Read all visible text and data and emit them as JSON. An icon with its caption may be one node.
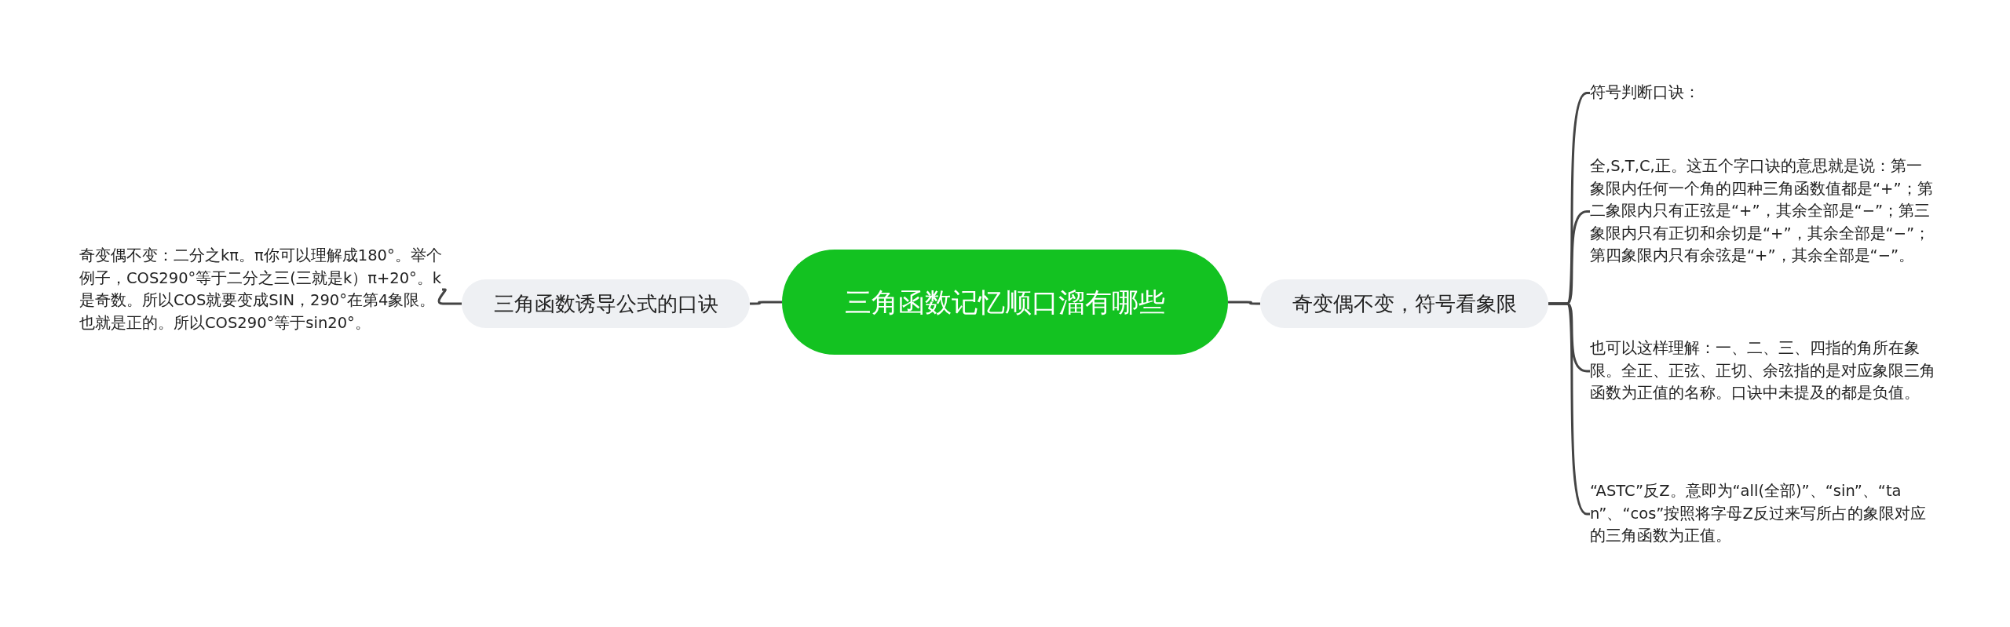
{
  "diagram": {
    "nodes": [
      {
        "text": [
          "三角函数记忆顺口溜有哪些"
        ]
      },
      {
        "text": [
          "三角函数诱导公式的口诀"
        ]
      },
      {
        "text": [
          "奇变偶不变：二分之kπ。π你可以理解成180°。举个例子，COS290°等于二分之三(三就是k）π+20°。k是奇数。所以COS就要变成SIN，290°在第4象限。也就是正的。所以COS290°等于sin20°。"
        ]
      },
      {
        "text": [
          "奇变偶不变，符号看象限"
        ]
      },
      {
        "text": [
          "符号判断口诀："
        ]
      },
      {
        "text": [
          "全,S,T,C,正。这五个字口诀的意思就是说：第一象限内任何一个角的四种三角函数值都是“+”；第二象限内只有正弦是“+”，其余全部是“−”；第三象限内只有正切和余切是“+”，其余全部是“−”；第四象限内只有余弦是“+”，其余全部是“−”。"
        ]
      },
      {
        "text": [
          "也可以这样理解：一、二、三、四指的角所在象限。全正、正弦、正切、余弦指的是对应象限三角函数为正值的名称。口诀中未提及的都是负值。"
        ]
      },
      {
        "text": [
          "“ASTC”反Z。意即为“all(全部)”、“sin”、“tan”、“cos”按照将字母Z反过来写所占的象限对应的三角函数为正值。"
        ]
      }
    ],
    "edges": [
      {
        "from": 0,
        "to": 1,
        "arrow": "none"
      },
      {
        "from": 1,
        "to": 2,
        "arrow": "none"
      },
      {
        "from": 0,
        "to": 3,
        "arrow": "none"
      },
      {
        "from": 3,
        "to": 4,
        "arrow": "none"
      },
      {
        "from": 3,
        "to": 5,
        "arrow": "none"
      },
      {
        "from": 3,
        "to": 6,
        "arrow": "none"
      },
      {
        "from": 3,
        "to": 7,
        "arrow": "none"
      }
    ]
  }
}
